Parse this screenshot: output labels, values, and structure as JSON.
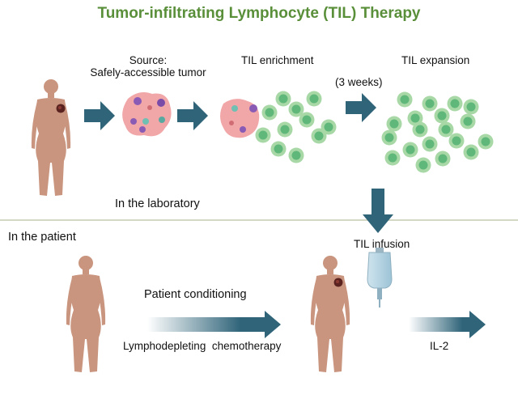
{
  "title": "Tumor-infiltrating Lymphocyte (TIL) Therapy",
  "lab": {
    "source_line1": "Source:",
    "source_line2": "Safely-accessible tumor",
    "enrichment": "TIL enrichment",
    "expansion": "TIL expansion",
    "duration": "(3 weeks)",
    "section_label": "In the laboratory"
  },
  "patient": {
    "section_label": "In the patient",
    "infusion": "TIL infusion",
    "conditioning": "Patient conditioning",
    "chemo_word1": "Lymphodepleting",
    "chemo_word2": "chemotherapy",
    "il2": "IL-2"
  },
  "colors": {
    "title": "#5a8f3a",
    "arrow": "#2f6479",
    "body": "#c9957f",
    "cell_fill": "#a8d8a6",
    "cell_core": "#5fb77a",
    "tumor": "#f1a6a8",
    "divider": "#b9c1a2"
  }
}
